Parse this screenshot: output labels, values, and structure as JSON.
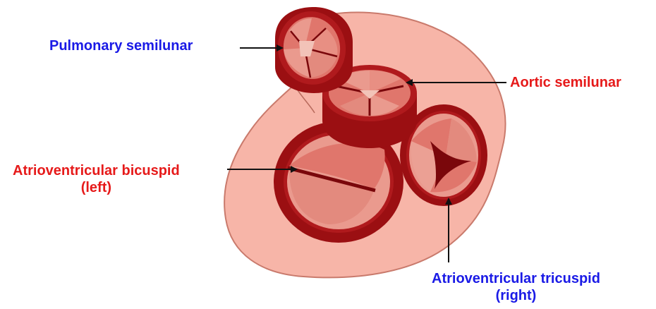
{
  "colors": {
    "blue_label": "#1a1ae6",
    "red_label": "#e61a1a",
    "heart_fill": "#f7b5a8",
    "heart_edge": "#c97a6c",
    "valve_wall": "#9b0f12",
    "valve_wall_dark": "#7a070b",
    "leaflet": "#e0766c",
    "leaflet_light": "#ea9a8e",
    "arrow": "#111111"
  },
  "labels": {
    "pulmonary": "Pulmonary semilunar",
    "aortic": "Aortic semilunar",
    "bicuspid": {
      "line1": "Atrioventricular bicuspid",
      "line2": "(left)"
    },
    "tricuspid": {
      "line1": "Atrioventricular tricuspid",
      "line2": "(right)"
    }
  },
  "icons": {
    "pulmonary_arrow": "arrow-right-icon",
    "aortic_arrow": "arrow-left-icon",
    "bicuspid_arrow": "arrow-right-icon",
    "tricuspid_arrow": "arrow-up-icon"
  }
}
